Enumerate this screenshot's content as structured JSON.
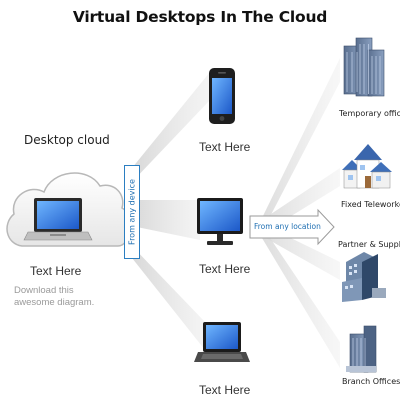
{
  "title": "Virtual Desktops In The Cloud",
  "cloud": {
    "heading": "Desktop cloud",
    "label": "Text Here",
    "sublabel_line1": "Download this",
    "sublabel_line2": "awesome diagram."
  },
  "connector_from_device": "From any device",
  "connector_from_location": "From any location",
  "devices": [
    {
      "icon": "smartphone-icon",
      "label": "Text Here"
    },
    {
      "icon": "desktop-monitor-icon",
      "label": "Text Here"
    },
    {
      "icon": "laptop-icon",
      "label": "Text Here"
    }
  ],
  "destinations": [
    {
      "icon": "office-towers-icon",
      "label": "Temporary offices"
    },
    {
      "icon": "houses-icon",
      "label": "Fixed Teleworkers"
    },
    {
      "icon": "office-building-icon",
      "label": "Partner & Suppliers"
    },
    {
      "icon": "branch-office-icon",
      "label": "Branch Offices"
    }
  ],
  "colors": {
    "accent": "#1f6fb2",
    "beam": "#dcdcdc",
    "cloud_outline": "#b8b8b8"
  }
}
